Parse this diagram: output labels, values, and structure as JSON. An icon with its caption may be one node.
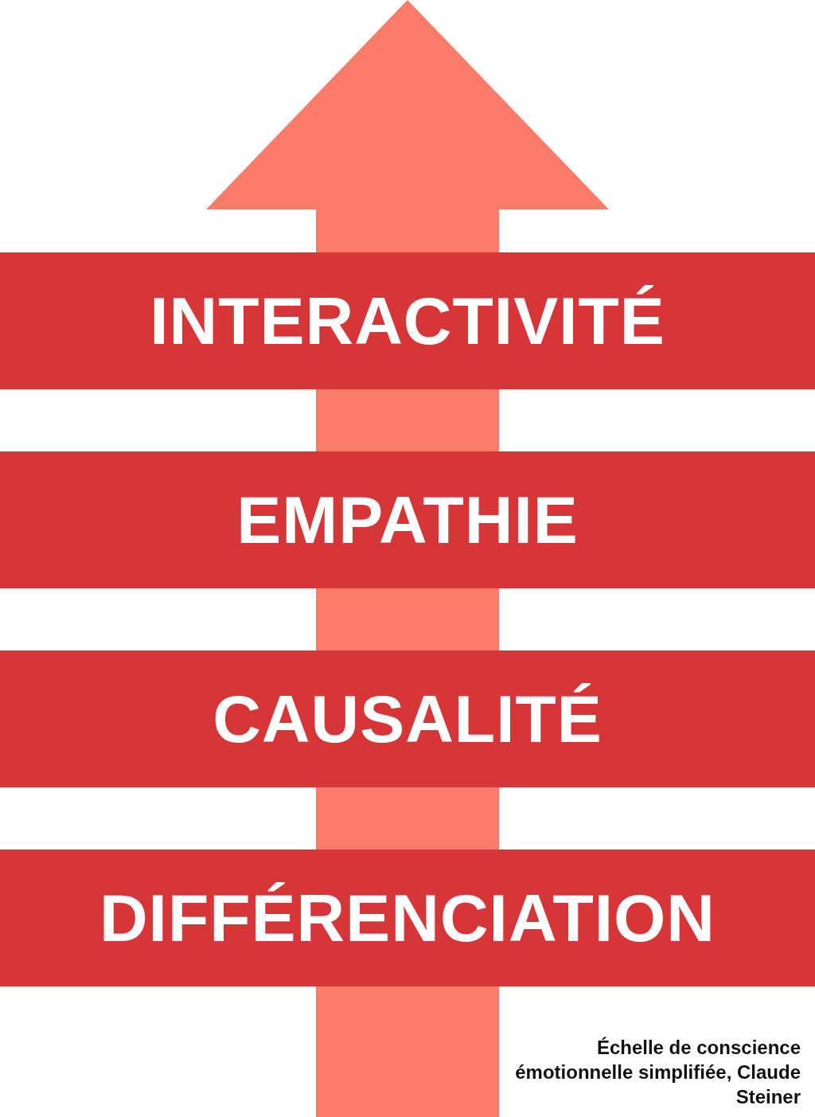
{
  "diagram": {
    "caption": "Échelle de conscience émotionnelle simplifiée, Claude Steiner",
    "nodes": [
      {
        "text": [
          "INTERACTIVITÉ"
        ]
      },
      {
        "text": [
          "EMPATHIE"
        ]
      },
      {
        "text": [
          "CAUSALITÉ"
        ]
      },
      {
        "text": [
          "DIFFÉRENCIATION"
        ]
      }
    ],
    "edges": []
  }
}
